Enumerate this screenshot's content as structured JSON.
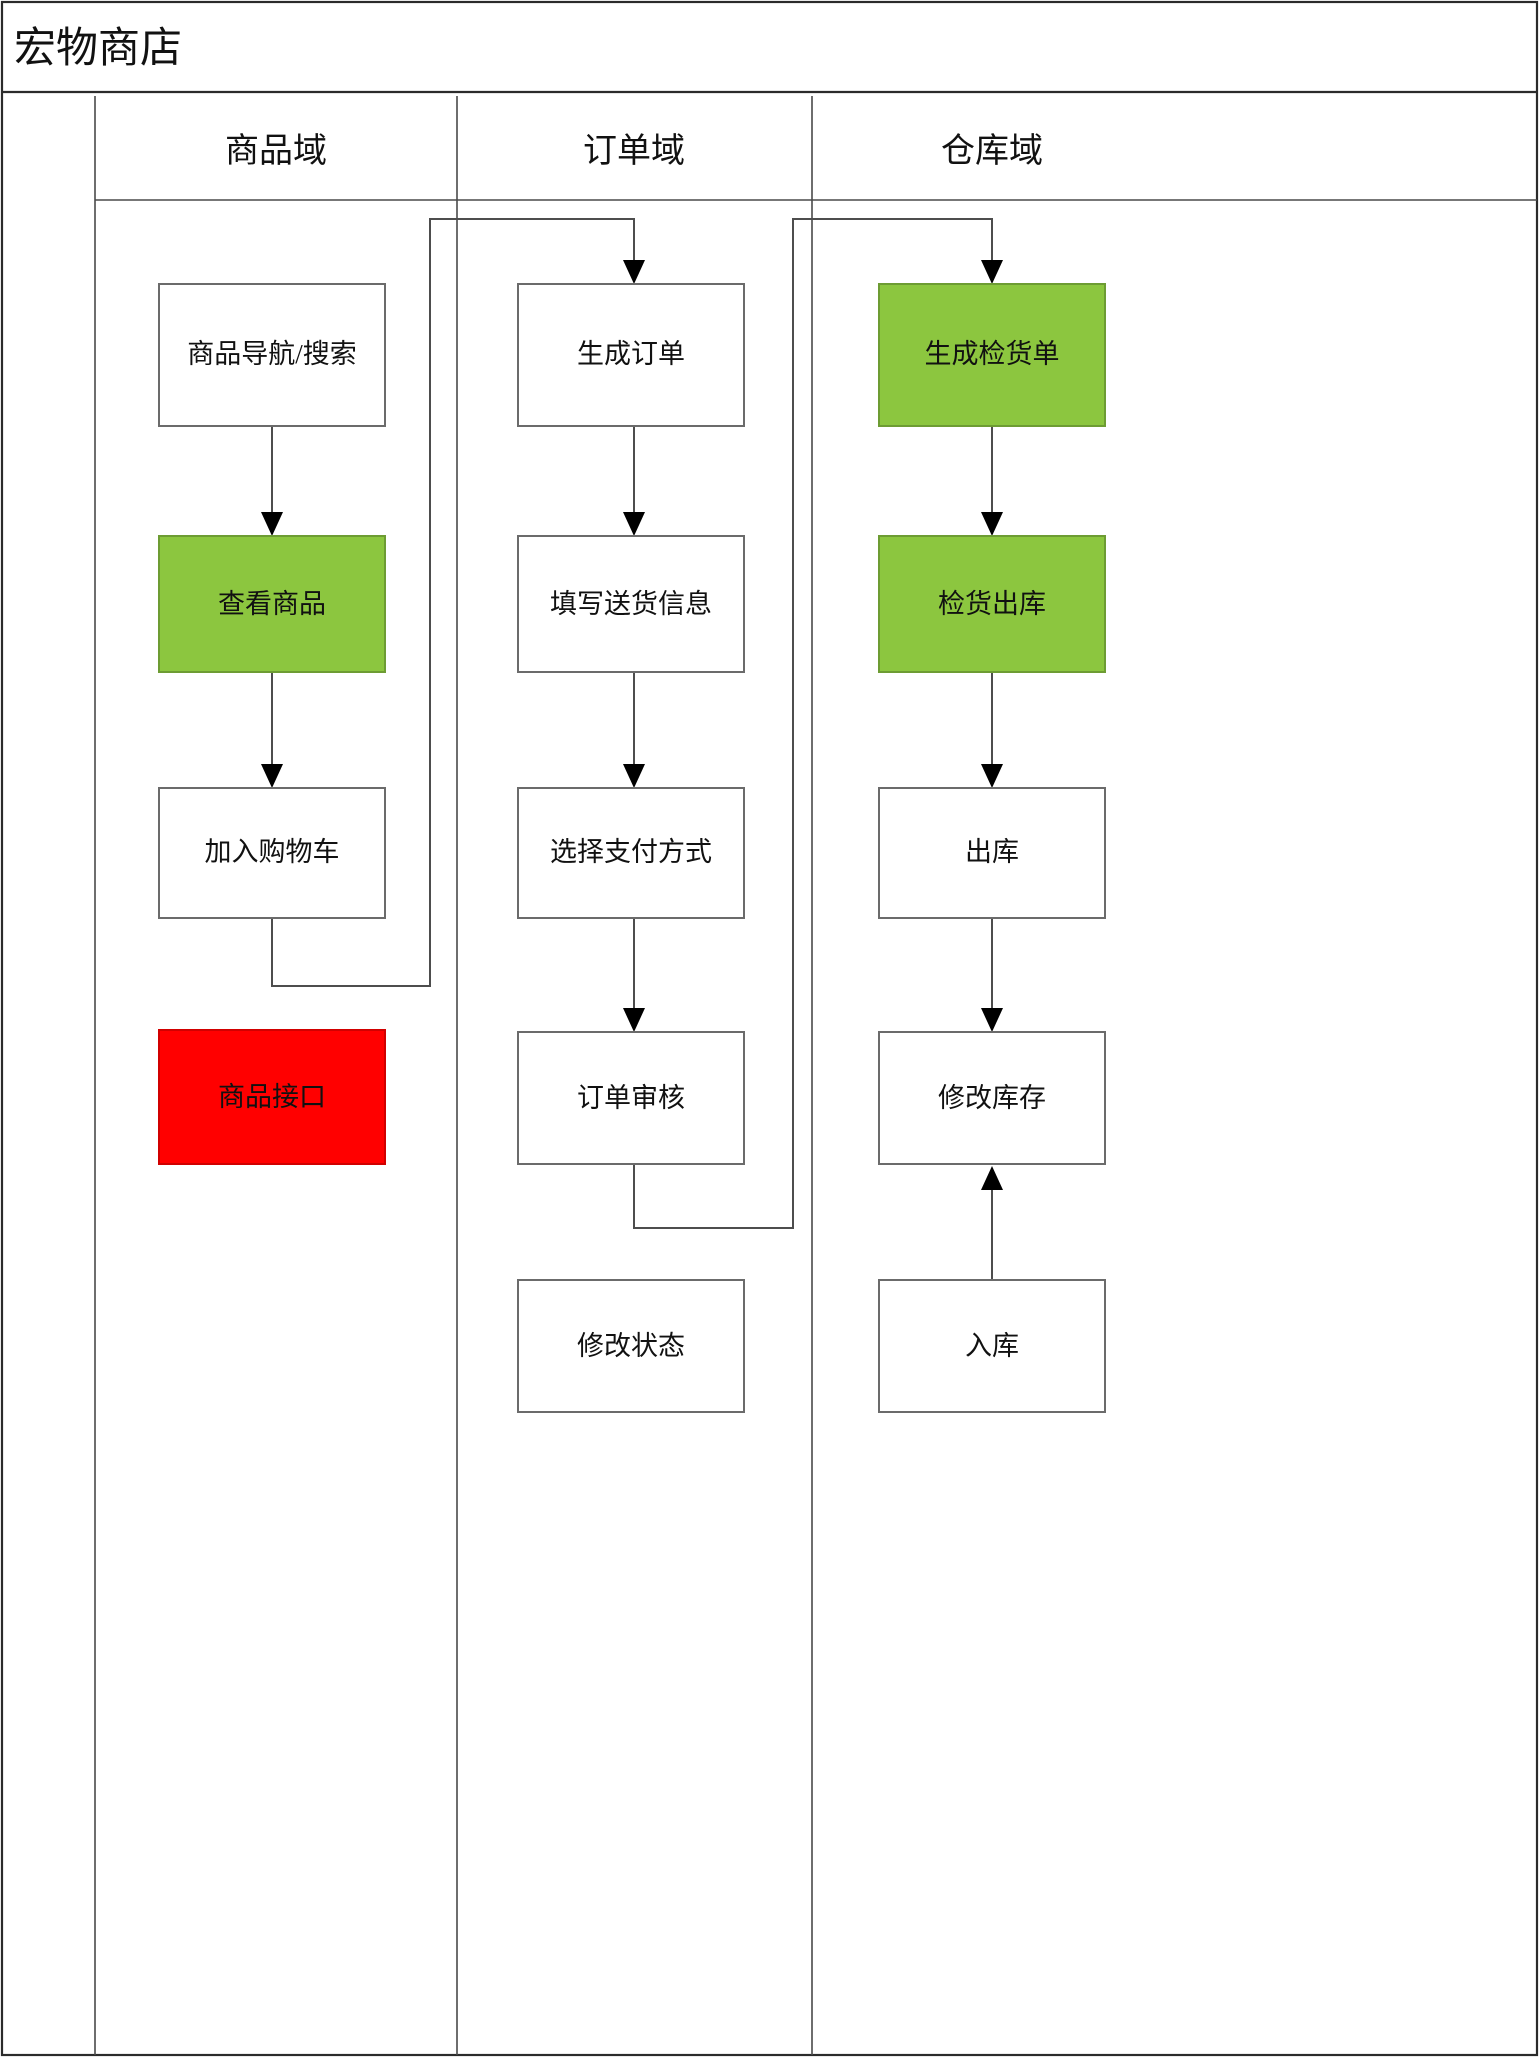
{
  "diagram": {
    "title": "宏物商店",
    "lanes": [
      {
        "id": "product",
        "label": "商品域"
      },
      {
        "id": "order",
        "label": "订单域"
      },
      {
        "id": "warehouse",
        "label": "仓库域"
      }
    ],
    "colors": {
      "green": "#8CC63F",
      "red": "#FF0000",
      "white": "#FFFFFF",
      "border": "#6B6B6B",
      "line": "#4D4D4D"
    },
    "nodes": [
      {
        "id": "n1",
        "lane": "product",
        "label": "商品导航/搜索",
        "fill": "white"
      },
      {
        "id": "n2",
        "lane": "product",
        "label": "查看商品",
        "fill": "green"
      },
      {
        "id": "n3",
        "lane": "product",
        "label": "加入购物车",
        "fill": "white"
      },
      {
        "id": "n4",
        "lane": "product",
        "label": "商品接口",
        "fill": "red"
      },
      {
        "id": "n5",
        "lane": "order",
        "label": "生成订单",
        "fill": "white"
      },
      {
        "id": "n6",
        "lane": "order",
        "label": "填写送货信息",
        "fill": "white"
      },
      {
        "id": "n7",
        "lane": "order",
        "label": "选择支付方式",
        "fill": "white"
      },
      {
        "id": "n8",
        "lane": "order",
        "label": "订单审核",
        "fill": "white"
      },
      {
        "id": "n9",
        "lane": "order",
        "label": "修改状态",
        "fill": "white"
      },
      {
        "id": "n10",
        "lane": "warehouse",
        "label": "生成检货单",
        "fill": "green"
      },
      {
        "id": "n11",
        "lane": "warehouse",
        "label": "检货出库",
        "fill": "green"
      },
      {
        "id": "n12",
        "lane": "warehouse",
        "label": "出库",
        "fill": "white"
      },
      {
        "id": "n13",
        "lane": "warehouse",
        "label": "修改库存",
        "fill": "white"
      },
      {
        "id": "n14",
        "lane": "warehouse",
        "label": "入库",
        "fill": "white"
      }
    ],
    "edges": [
      {
        "from": "n1",
        "to": "n2"
      },
      {
        "from": "n2",
        "to": "n3"
      },
      {
        "from": "n3",
        "to": "n5"
      },
      {
        "from": "n5",
        "to": "n6"
      },
      {
        "from": "n6",
        "to": "n7"
      },
      {
        "from": "n7",
        "to": "n8"
      },
      {
        "from": "n8",
        "to": "n10"
      },
      {
        "from": "n10",
        "to": "n11"
      },
      {
        "from": "n11",
        "to": "n12"
      },
      {
        "from": "n12",
        "to": "n13"
      },
      {
        "from": "n14",
        "to": "n13"
      }
    ]
  }
}
